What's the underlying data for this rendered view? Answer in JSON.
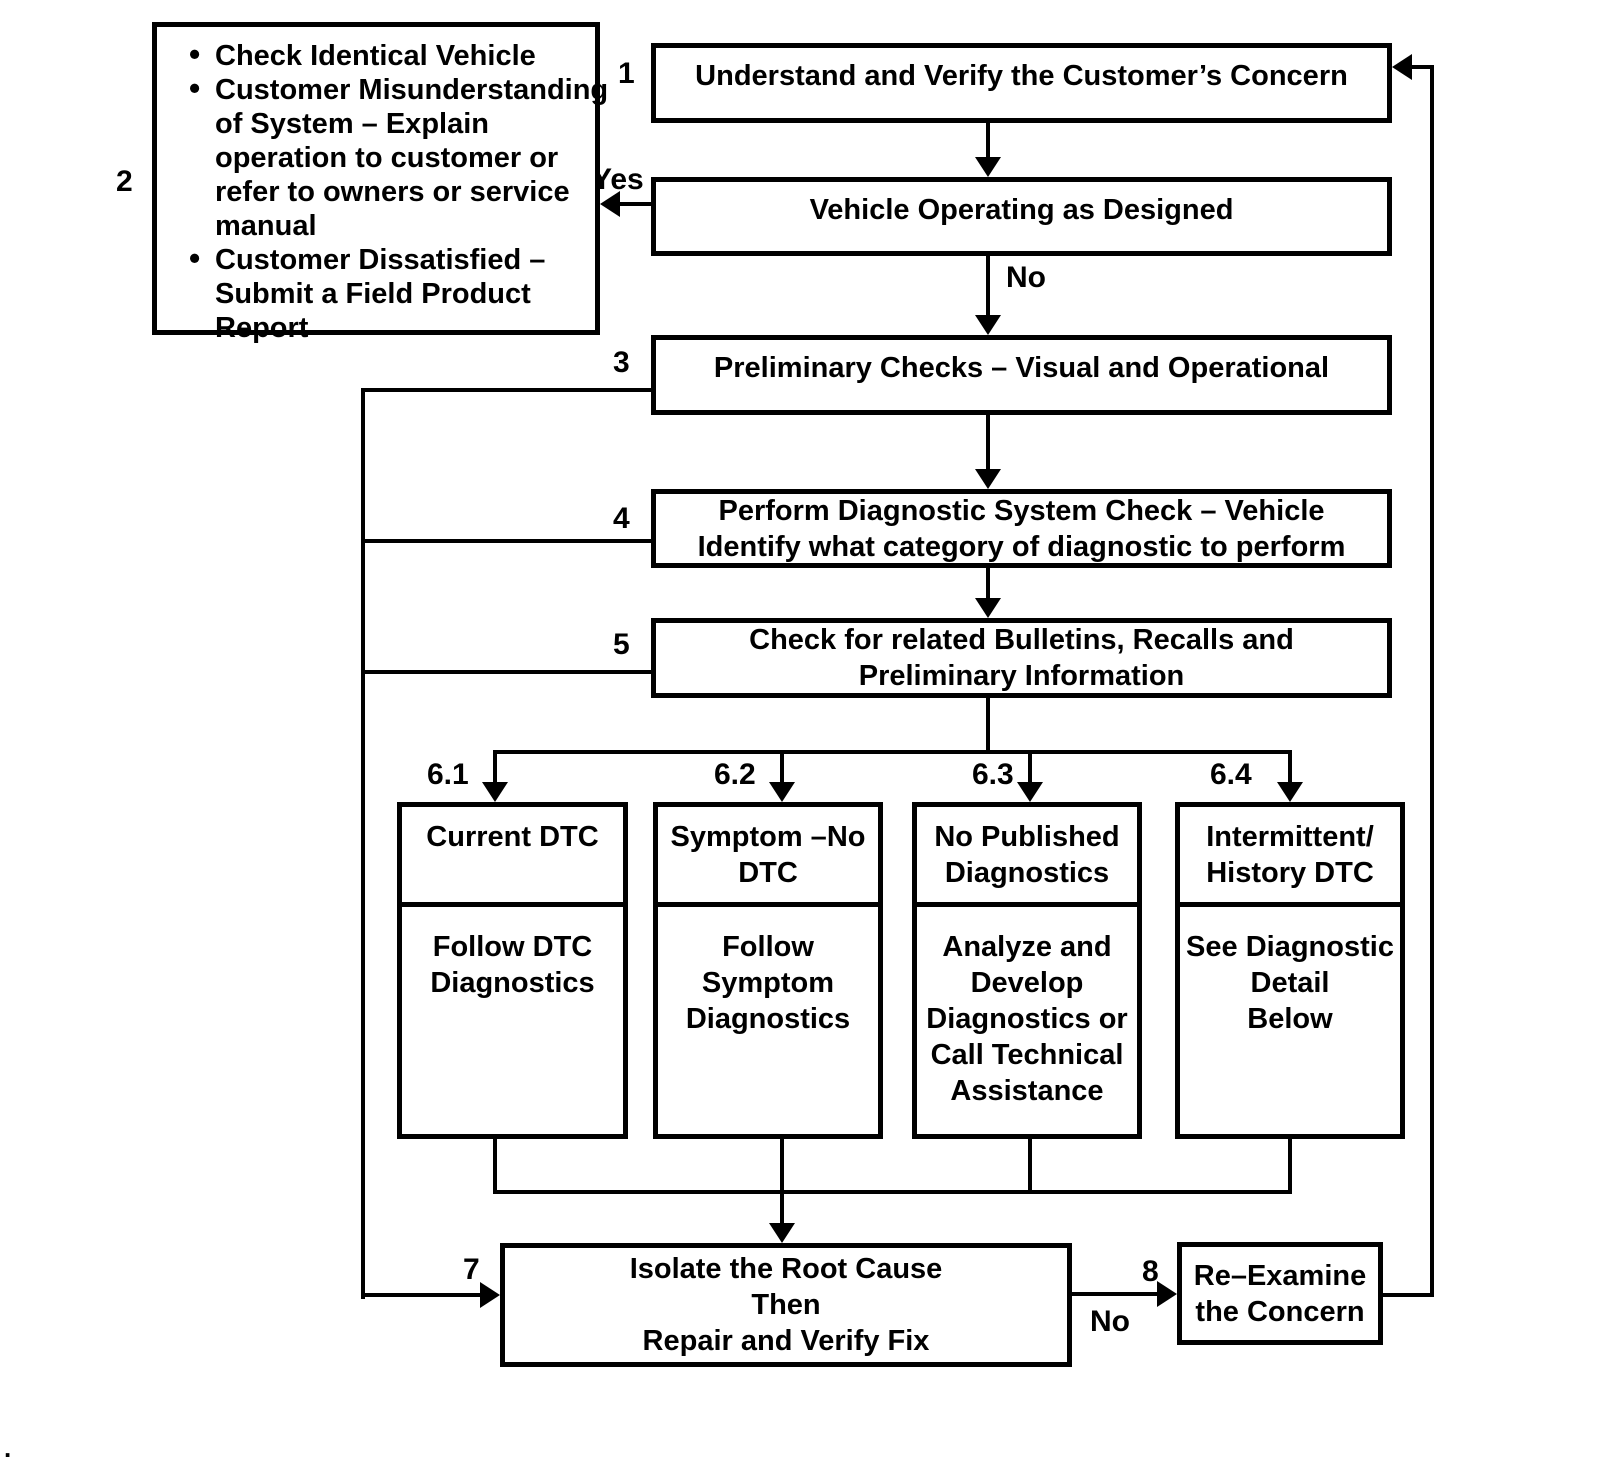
{
  "canvas": {
    "background": "#ffffff",
    "stroke": "#000000"
  },
  "labels": {
    "yes": "Yes",
    "no_decision": "No",
    "no_reexamine": "No",
    "corner_dot": "."
  },
  "steps": {
    "s1": {
      "num": "1",
      "text": "Understand and Verify the Customer’s Concern"
    },
    "s2": {
      "num": "2",
      "bullets": [
        "Check Identical Vehicle",
        "Customer Misunderstanding of System – Explain operation to customer or refer to owners or service manual",
        "Customer Dissatisfied – Submit a Field Product Report"
      ]
    },
    "decision": {
      "text": "Vehicle Operating as Designed"
    },
    "s3": {
      "num": "3",
      "text": "Preliminary Checks – Visual and Operational"
    },
    "s4": {
      "num": "4",
      "lines": [
        "Perform Diagnostic System Check – Vehicle",
        "Identify what category of diagnostic to perform"
      ]
    },
    "s5": {
      "num": "5",
      "lines": [
        "Check for related Bulletins, Recalls and",
        "Preliminary Information"
      ]
    },
    "s61": {
      "num": "6.1",
      "header": [
        "Current DTC"
      ],
      "body": [
        "Follow DTC",
        "Diagnostics"
      ]
    },
    "s62": {
      "num": "6.2",
      "header": [
        "Symptom –No",
        "DTC"
      ],
      "body": [
        "Follow",
        "Symptom",
        "Diagnostics"
      ]
    },
    "s63": {
      "num": "6.3",
      "header": [
        "No Published",
        "Diagnostics"
      ],
      "body": [
        "Analyze and",
        "Develop",
        "Diagnostics or",
        "Call Technical",
        "Assistance"
      ]
    },
    "s64": {
      "num": "6.4",
      "header": [
        "Intermittent/",
        "History DTC"
      ],
      "body": [
        "See Diagnostic",
        "Detail",
        "Below"
      ]
    },
    "s7": {
      "num": "7",
      "lines": [
        "Isolate the Root Cause",
        "Then",
        "Repair and Verify Fix"
      ]
    },
    "s8": {
      "num": "8",
      "lines": [
        "Re–Examine",
        "the Concern"
      ]
    }
  }
}
